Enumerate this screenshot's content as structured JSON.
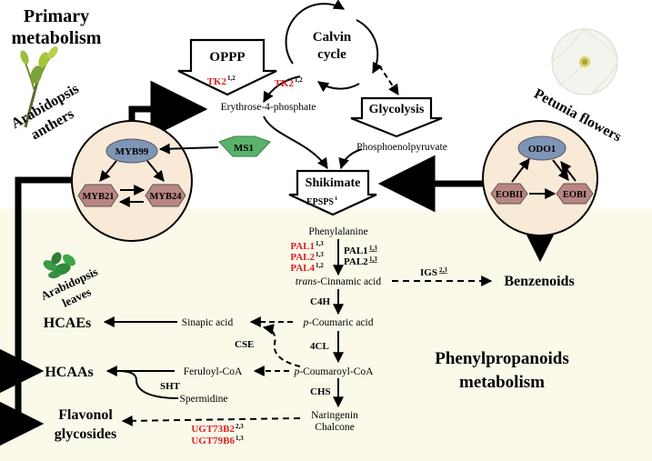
{
  "headings": {
    "primary": [
      "Primary",
      "metabolism"
    ],
    "phenyl": [
      "Phenylpropanoids",
      "metabolism"
    ]
  },
  "organisms": {
    "anthers": [
      "Arabidopsis",
      "anthers"
    ],
    "petunia": [
      "Petunia flowers"
    ],
    "leaves": [
      "Arabidopsis",
      "leaves"
    ]
  },
  "pathway": {
    "oppp": "OPPP",
    "calvin": [
      "Calvin",
      "cycle"
    ],
    "glycolysis": "Glycolysis",
    "shikimate": "Shikimate",
    "tk2_oppp": "TK2",
    "tk2_oppp_sup": "1,2",
    "tk2_calvin": "TK2",
    "tk2_calvin_sup": "1,2",
    "e4p": "Erythrose-4-phosphate",
    "pep": "Phosphoenolpyruvate",
    "epsps": "EPSPS",
    "epsps_sup": "1",
    "phe": "Phenylalanine",
    "pal_left": [
      {
        "name": "PAL1",
        "sup": "1,3"
      },
      {
        "name": "PAL2",
        "sup": "1,3"
      },
      {
        "name": "PAL4",
        "sup": "1,2"
      }
    ],
    "pal_right": [
      {
        "name": "PAL1",
        "sup": "1,3"
      },
      {
        "name": "PAL2",
        "sup": "1,3"
      }
    ],
    "trans_italic": "trans",
    "trans_rest": "-Cinnamic acid",
    "c4h": "C4H",
    "igs": "IGS",
    "igs_sup": "2,3",
    "benzenoids": "Benzenoids",
    "sinapic": "Sinapic acid",
    "p_coumaric_italic": "p",
    "p_coumaric_rest": "-Coumaric acid",
    "fourcl": "4CL",
    "cse": "CSE",
    "feruloyl": "Feruloyl-CoA",
    "p_coumaroyl_italic": "p",
    "p_coumaroyl_rest": "-Coumaroyl-CoA",
    "chs": "CHS",
    "shts": "SHT",
    "spermidine": "Spermidine",
    "naringenin": [
      "Naringenin",
      "Chalcone"
    ],
    "ugt": [
      {
        "name": "UGT73B2",
        "sup": "2,3"
      },
      {
        "name": "UGT79B6",
        "sup": "1,3"
      }
    ],
    "hcaes": "HCAEs",
    "hcaas": "HCAAs",
    "flavonol": [
      "Flavonol",
      "glycosides"
    ]
  },
  "regulators": {
    "myb99": "MYB99",
    "myb21": "MYB21",
    "myb24": "MYB24",
    "ms1": "MS1",
    "odo1": "ODO1",
    "eobii": "EOBII",
    "eobi": "EOBI"
  },
  "colors": {
    "gene_red": "#e02020",
    "bottom_bg": "#fbfaea",
    "circle_fill": "#f8ead6",
    "oval_fill": "#7f95b5",
    "hex_fill": "#b98583",
    "pentagon_fill": "#5bb36b"
  }
}
